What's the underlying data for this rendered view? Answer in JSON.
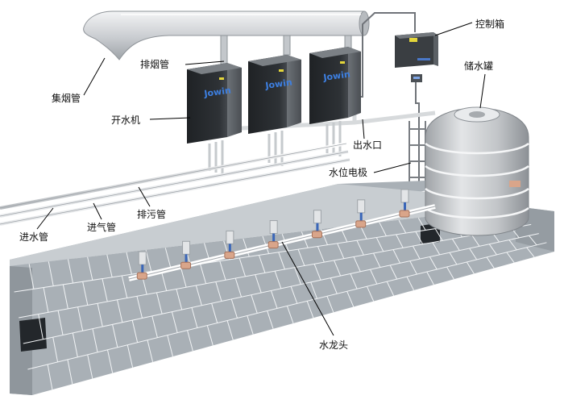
{
  "labels": {
    "flue_collector": "集烟管",
    "exhaust_pipe": "排烟管",
    "heater": "开水机",
    "water_outlet": "出水口",
    "control_box": "控制箱",
    "storage_tank": "储水罐",
    "level_electrode": "水位电极",
    "inlet_pipe": "进水管",
    "gas_pipe": "进气管",
    "drain_pipe": "排污管",
    "faucet": "水龙头"
  },
  "heater_brand": "Jowin",
  "colors": {
    "brick_face": "#a9b0b6",
    "brick_top": "#c8cdd1",
    "metal": "#d4d7da",
    "heater_body": "#2b2e32",
    "tank": "#c9cbcd",
    "copper": "#d9a58a",
    "lamp_yellow": "#e4d63a"
  }
}
